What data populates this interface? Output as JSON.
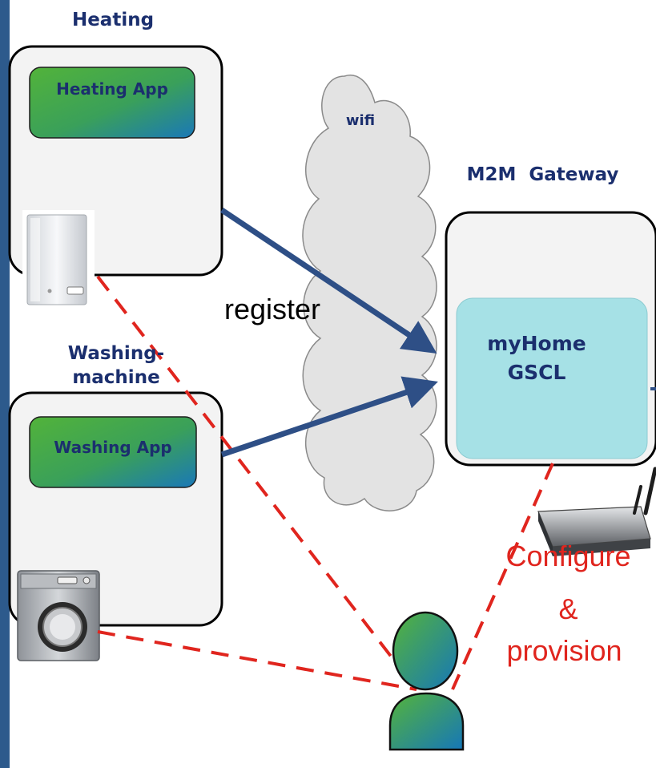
{
  "devices": {
    "heating": {
      "title": "Heating",
      "app_label": "Heating App",
      "icon": "boiler-icon"
    },
    "washing": {
      "title_line1": "Washing-",
      "title_line2": "machine",
      "app_label": "Washing App",
      "icon": "washing-machine-icon"
    }
  },
  "network": {
    "label": "wifi"
  },
  "gateway": {
    "title": "M2M  Gateway",
    "scl_line1": "myHome",
    "scl_line2": "GSCL",
    "icon": "router-icon"
  },
  "edges": {
    "register": "register",
    "configure_line1": "Configure",
    "configure_line2": "&",
    "configure_line3": "provision"
  },
  "user": {
    "icon": "user-icon"
  },
  "colors": {
    "arrow": "#2e4f86",
    "dashed": "#e0251e",
    "gscl_fill": "#a6e1e6",
    "app_gradient_start": "#4fb23c",
    "app_gradient_end": "#1e7fb4",
    "cloud_fill": "#e3e3e3",
    "left_bar": "#2d5a8c"
  }
}
